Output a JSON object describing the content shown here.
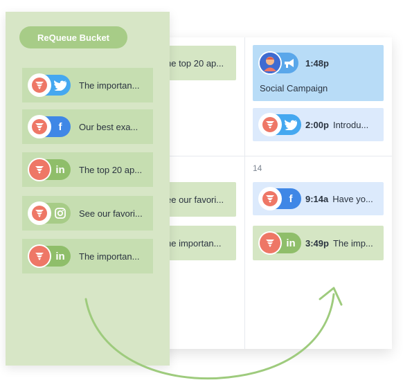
{
  "panel": {
    "title": "ReQueue Bucket",
    "items": [
      {
        "network": "twitter",
        "text": "The importan..."
      },
      {
        "network": "facebook",
        "text": "Our best exa..."
      },
      {
        "network": "linkedin",
        "text": "The top 20 ap..."
      },
      {
        "network": "instagram",
        "text": "See our favori..."
      },
      {
        "network": "linkedin",
        "text": "The importan..."
      }
    ]
  },
  "calendar": {
    "day_number": "14",
    "left_posts": [
      "he top 20 ap...",
      "ee our favori...",
      "he importan..."
    ],
    "posts": [
      {
        "time": "1:48p",
        "title": "Social Campaign",
        "network": "campaign"
      },
      {
        "time": "2:00p",
        "text": "Introdu...",
        "network": "twitter"
      },
      {
        "time": "9:14a",
        "text": "Have yo...",
        "network": "facebook"
      },
      {
        "time": "3:49p",
        "text": "The imp...",
        "network": "linkedin"
      }
    ]
  },
  "icons": {
    "twitter": "twitter-bird-icon",
    "facebook": "facebook-f-icon",
    "linkedin": "linkedin-in-icon",
    "instagram": "instagram-camera-icon",
    "megaphone": "megaphone-icon",
    "brand": "funnel-logo-icon",
    "avatar": "campaign-avatar-icon"
  },
  "colors": {
    "panel_bg": "#d7e6c6",
    "item_bg": "#c6deb1",
    "title_pill": "#a7cc87",
    "twitter": "#45a8f0",
    "facebook": "#3f87e6",
    "linkedin": "#8fbe6a",
    "instagram": "#a7cc87",
    "brand_red": "#ee7766",
    "campaign_bg": "#b8dcf7",
    "blue_post_bg": "#dceafc",
    "green_post_bg": "#d5e6c4",
    "arrow": "#9ecb7d"
  }
}
